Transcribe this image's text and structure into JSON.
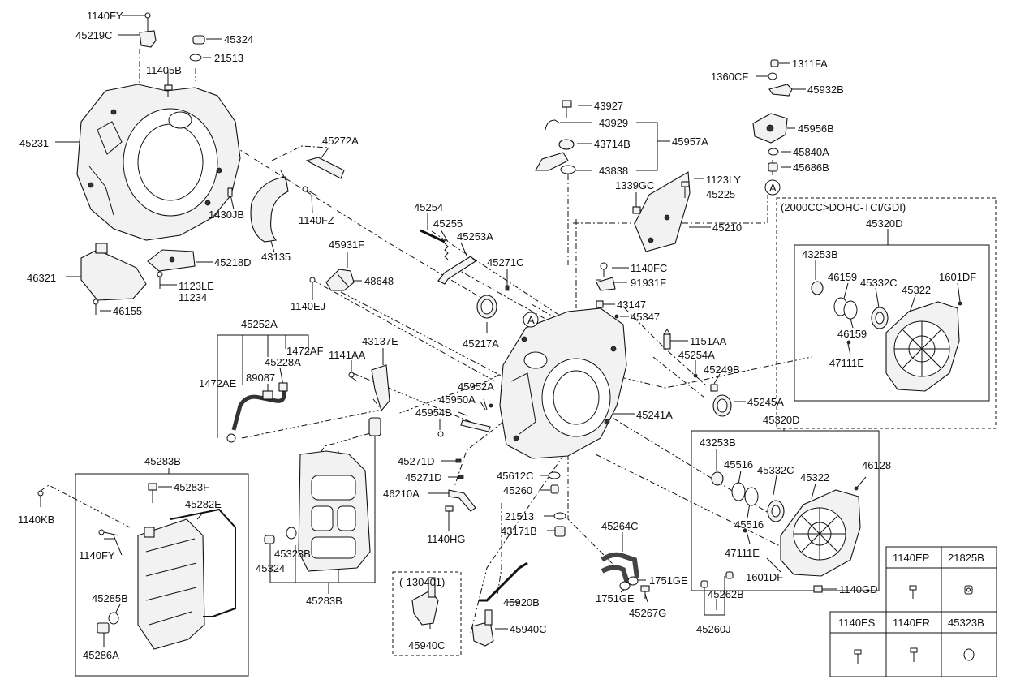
{
  "labels": {
    "p1140FY_top": "1140FY",
    "p45219C": "45219C",
    "p45324_top": "45324",
    "p21513_top": "21513",
    "p11405B": "11405B",
    "p45231": "45231",
    "p45272A": "45272A",
    "p1430JB": "1430JB",
    "p1140FZ": "1140FZ",
    "p43135": "43135",
    "p45218D": "45218D",
    "p46321": "46321",
    "p1123LE": "1123LE",
    "p11234": "11234",
    "p46155": "46155",
    "p45931F": "45931F",
    "p48648": "48648",
    "p1140EJ": "1140EJ",
    "p45254": "45254",
    "p45255": "45255",
    "p45253A": "45253A",
    "p45271C": "45271C",
    "p43927": "43927",
    "p43929": "43929",
    "p43714B": "43714B",
    "p45957A": "45957A",
    "p43838": "43838",
    "p1339GC": "1339GC",
    "p1123LY": "1123LY",
    "p45225": "45225",
    "p45210": "45210",
    "p1140FC": "1140FC",
    "p91931F": "91931F",
    "p43147": "43147",
    "p45347": "45347",
    "p1151AA": "1151AA",
    "p45254A": "45254A",
    "p45249B": "45249B",
    "p45245A": "45245A",
    "p45241A": "45241A",
    "p45217A": "45217A",
    "p1311FA": "1311FA",
    "p1360CF": "1360CF",
    "p45932B": "45932B",
    "p45956B": "45956B",
    "p45840A": "45840A",
    "p45686B": "45686B",
    "circleA_top": "A",
    "circleA_mid": "A",
    "spec_title": "(2000CC>DOHC-TCI/GDI)",
    "p45320D_top": "45320D",
    "p43253B_top": "43253B",
    "p46159_a": "46159",
    "p45332C_top": "45332C",
    "p45322_top": "45322",
    "p1601DF_top": "1601DF",
    "p46159_b": "46159",
    "p47111E_top": "47111E",
    "p45252A": "45252A",
    "p1472AF": "1472AF",
    "p45228A": "45228A",
    "p89087": "89087",
    "p1472AE": "1472AE",
    "p1141AA": "1141AA",
    "p43137E": "43137E",
    "p45952A": "45952A",
    "p45950A": "45950A",
    "p45954B": "45954B",
    "p45271D_a": "45271D",
    "p45271D_b": "45271D",
    "p46210A": "46210A",
    "p1140HG": "1140HG",
    "p45612C": "45612C",
    "p45260": "45260",
    "p21513_mid": "21513",
    "p43171B": "43171B",
    "p45283B_top": "45283B",
    "p45283F": "45283F",
    "p45282E": "45282E",
    "p1140KB": "1140KB",
    "p1140FY_low": "1140FY",
    "p45285B": "45285B",
    "p45286A": "45286A",
    "p45323B_mid": "45323B",
    "p45324_mid": "45324",
    "p45283B_low": "45283B",
    "p130401": "(-130401)",
    "p45940C_a": "45940C",
    "p45920B": "45920B",
    "p45940C_b": "45940C",
    "p45264C": "45264C",
    "p1751GE_a": "1751GE",
    "p1751GE_b": "1751GE",
    "p45267G": "45267G",
    "p45320D_mid": "45320D",
    "p43253B_mid": "43253B",
    "p45516_a": "45516",
    "p45332C_mid": "45332C",
    "p46128": "46128",
    "p45322_mid": "45322",
    "p45516_b": "45516",
    "p47111E_mid": "47111E",
    "p1601DF_mid": "1601DF",
    "p1140GD": "1140GD",
    "p45262B": "45262B",
    "p45260J": "45260J"
  },
  "legend_table": {
    "row1": [
      "1140EP",
      "21825B"
    ],
    "row2": [
      "1140ES",
      "1140ER",
      "45323B"
    ]
  }
}
